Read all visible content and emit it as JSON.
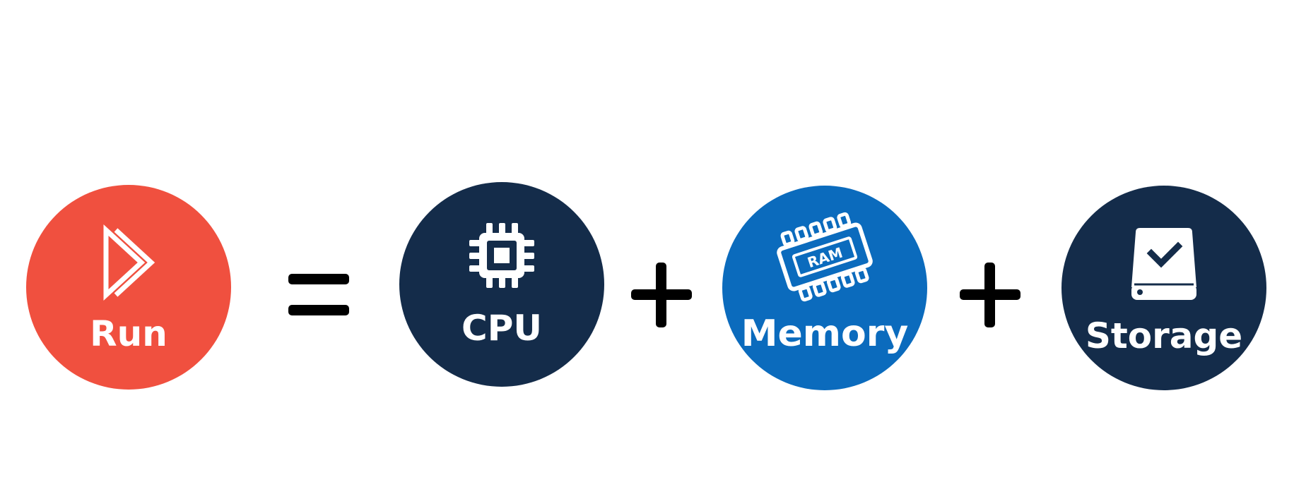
{
  "items": [
    {
      "label": "Run",
      "color": "#f0503f",
      "icon": "play-icon"
    },
    {
      "label": "CPU",
      "color": "#142c4a",
      "icon": "cpu-chip-icon"
    },
    {
      "label": "Memory",
      "color": "#0b6bbd",
      "icon": "ram-module-icon",
      "icon_text": "RAM"
    },
    {
      "label": "Storage",
      "color": "#142c4a",
      "icon": "drive-check-icon"
    }
  ],
  "operators": [
    "=",
    "+",
    "+"
  ]
}
